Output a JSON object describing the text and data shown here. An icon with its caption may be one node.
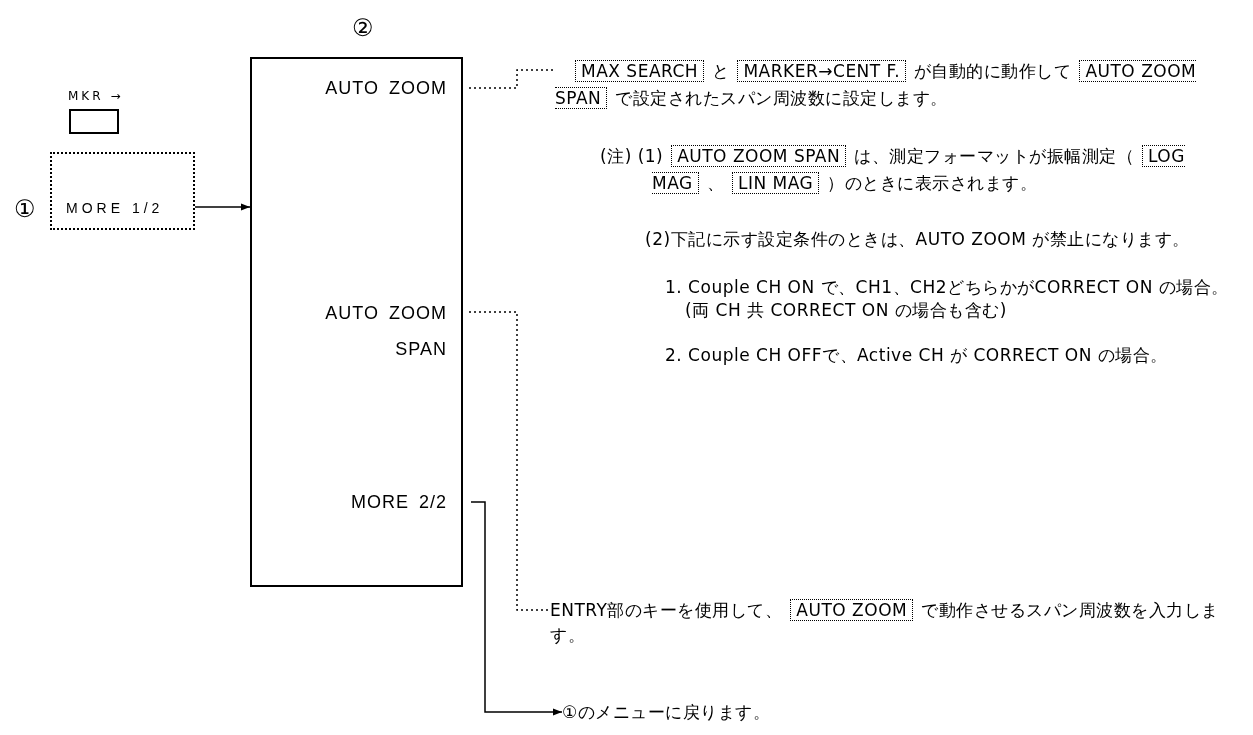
{
  "diagram": {
    "nodes": [
      {
        "text": [
          "MORE 1/2"
        ],
        "beside": [
          "①"
        ]
      },
      {
        "text": [
          "②"
        ]
      },
      {
        "text": [
          "AUTO ZOOM"
        ],
        "in": 1
      },
      {
        "text": [
          "AUTO ZOOM SPAN"
        ],
        "in": 1
      },
      {
        "text": [
          "MORE 2/2"
        ],
        "in": 1
      },
      {
        "text": [
          "*MAX SEARCH* と *MARKER→CENT F.* が自動的に動作して *AUTO ZOOM SPAN* で設定されたスパン周波数に設定します。"
        ]
      },
      {
        "text": [
          "ENTRY部のキーを使用して、 *AUTO ZOOM* で動作させるスパン周波数を入力します。"
        ]
      },
      {
        "text": [
          "①のメニューに戻ります。"
        ]
      }
    ],
    "edges": [
      {
        "from": 0,
        "to": 1,
        "arrow": "to"
      },
      {
        "from": 2,
        "to": 5,
        "arrow": "none",
        "style": "dashed"
      },
      {
        "from": 3,
        "to": 6,
        "arrow": "none",
        "style": "dashed"
      },
      {
        "from": 4,
        "to": 7,
        "arrow": "to"
      }
    ],
    "labels": [
      "MKR →",
      "(注) (1) *AUTO ZOOM SPAN* は、測定フォーマットが振幅測定（ *LOG MAG* 、 *LIN MAG* ）のときに表示されます。",
      "(2)下記に示す設定条件のときは、AUTO ZOOM が禁止になります。",
      "1. Couple CH ON で、CH1、CH2どちらかがCORRECT ON の場合。(両 CH 共 CORRECT ON の場合も含む)",
      "2. Couple CH OFFで、Active CH が CORRECT ON の場合。"
    ]
  }
}
